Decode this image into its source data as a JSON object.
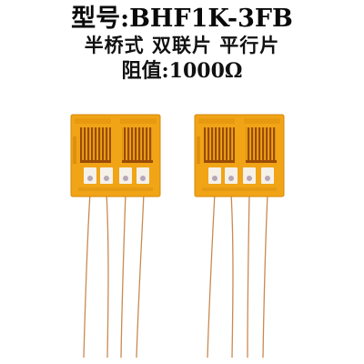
{
  "product": {
    "model_line": "型号:BHF1K-3FB",
    "type_line": "半桥式 双联片 平行片",
    "resistance_line": "阻值:1000Ω"
  },
  "colors": {
    "film": "#f0a416",
    "film_edge": "#d68a0c",
    "grid": "#9a4c06",
    "pad": "#f5f1e8",
    "wire": "#c98a52"
  }
}
